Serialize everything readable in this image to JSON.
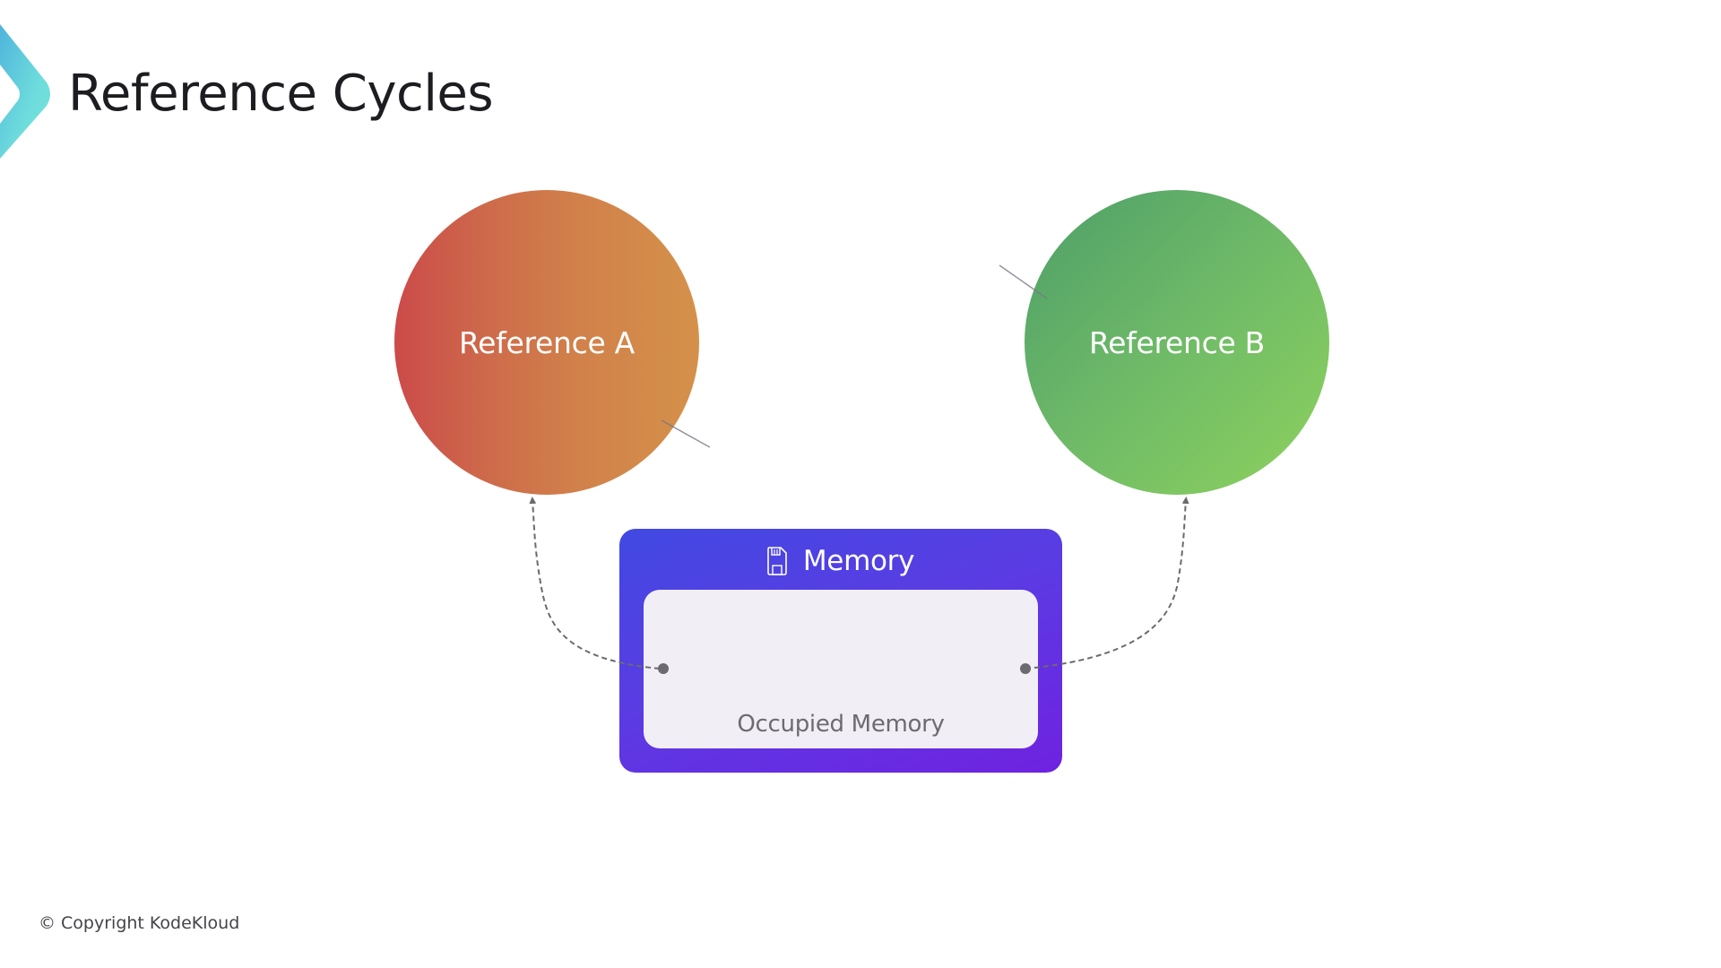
{
  "slide": {
    "title": "Reference Cycles",
    "logo_icon": "chevron-right-logo-icon",
    "footer": "© Copyright KodeKloud"
  },
  "nodes": {
    "reference_a": {
      "label": "Reference A",
      "color_start": "#cc4a4a",
      "color_end": "#d4914a"
    },
    "reference_b": {
      "label": "Reference B",
      "color_start": "#4d9e68",
      "color_end": "#8ed25e"
    }
  },
  "memory": {
    "title": "Memory",
    "icon": "floppy-disk-icon",
    "inner_label": "Occupied Memory",
    "color_start": "#4149e2",
    "color_end": "#6f22e0",
    "inner_color": "#f2eef5"
  },
  "connectors": [
    {
      "from": "Occupied Memory",
      "to": "Reference A",
      "style": "dashed-arrow"
    },
    {
      "from": "Occupied Memory",
      "to": "Reference B",
      "style": "dashed-arrow"
    }
  ]
}
